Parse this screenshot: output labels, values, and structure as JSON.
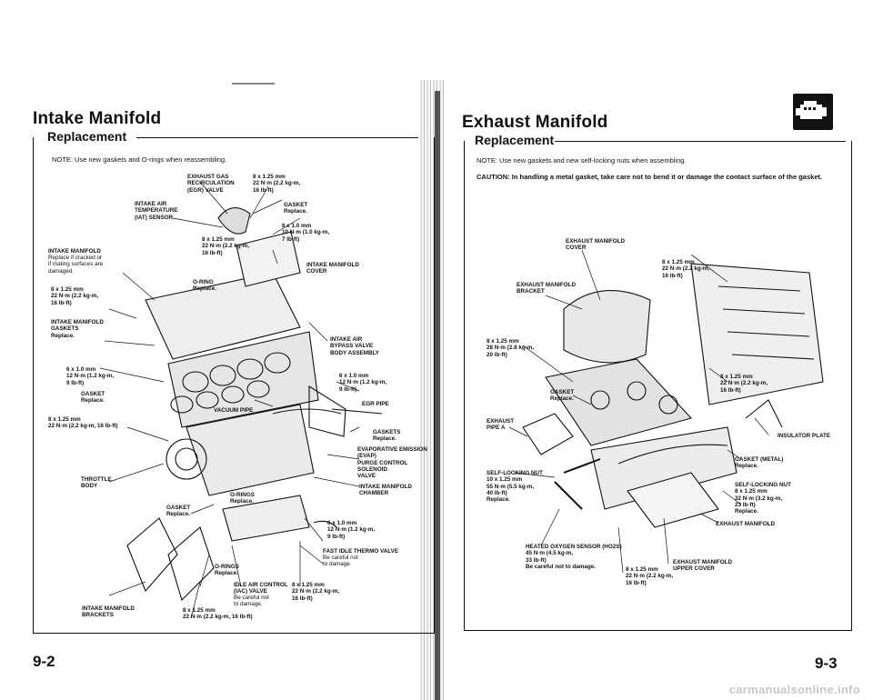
{
  "left_page": {
    "title": "Intake Manifold",
    "section": "Replacement",
    "note": "NOTE:  Use new gaskets and O-rings when reassembling.",
    "page_number": "9-2",
    "labels": {
      "egr_valve": "EXHAUST GAS\nRECIRCULATION\n(EGR) VALVE",
      "egr_torque": "8 x 1.25 mm\n22 N·m (2.2 kg-m,\n16 lb-ft)",
      "iat_sensor": "INTAKE AIR\nTEMPERATURE\n(IAT) SENSOR",
      "gasket_top": "GASKET\nReplace.",
      "cover_torque": "6 x 1.0 mm\n10 N·m (1.0 kg-m,\n7 lb-ft)",
      "iat_torque": "8 x 1.25 mm\n22 N·m (2.2 kg-m,\n16 lb-ft)",
      "manifold_title": "INTAKE MANIFOLD",
      "manifold_note": "Replace if cracked or\nif mating surfaces are\ndamaged.",
      "manifold_cover": "INTAKE MANIFOLD\nCOVER",
      "oring_top": "O-RING\nReplace.",
      "left_torque": "8 x 1.25 mm\n22 N·m (2.2 kg-m,\n16 lb-ft)",
      "manifold_gaskets": "INTAKE MANIFOLD\nGASKETS\nReplace.",
      "iab_valve": "INTAKE AIR\nBYPASS VALVE\nBODY ASSEMBLY",
      "small_torque_left": "6 x 1.0 mm\n12 N·m (1.2 kg-m,\n9 lb-ft)",
      "small_torque_right": "6 x 1.0 mm\n12 N·m (1.2 kg-m,\n9 lb-ft)",
      "gasket_mid": "GASKET\nReplace.",
      "egr_pipe": "EGR PIPE",
      "vacuum_pipe": "VACUUM PIPE",
      "lower_torque": "8 x 1.25 mm\n22 N·m (2.2 kg-m, 16 lb-ft)",
      "gaskets_right": "GASKETS\nReplace.",
      "evap_valve": "EVAPORATIVE EMISSION\n(EVAP)\nPURGE CONTROL\nSOLENOID\nVALVE",
      "throttle_body": "THROTTLE\nBODY",
      "chamber": "INTAKE MANIFOLD\nCHAMBER",
      "orings_mid": "O-RINGS\nReplace.",
      "gasket_low": "GASKET\nReplace.",
      "chamber_torque": "6 x 1.0 mm\n12 N·m (1.2 kg-m,\n9 lb-ft)",
      "fast_idle": "FAST IDLE THERMO VALVE",
      "fast_idle_note": "Be careful not\nto damage.",
      "orings_low": "O-RINGS\nReplace.",
      "iac_valve": "IDLE AIR CONTROL\n(IAC) VALVE",
      "iac_note": "Be careful not\nto damage.",
      "iac_torque": "8 x 1.25 mm\n22 N·m (2.2 kg-m,\n16 lb-ft)",
      "brackets": "INTAKE MANIFOLD\nBRACKETS",
      "bottom_torque": "8 x 1.25 mm\n22 N·m (2.2 kg-m, 16 lb-ft)"
    }
  },
  "right_page": {
    "title": "Exhaust Manifold",
    "section": "Replacement",
    "note": "NOTE:  Use new gaskets and new self-locking nuts when assembling.",
    "caution": "CAUTION:  In handling a metal gasket, take care not to bend it or damage the contact surface of the gasket.",
    "page_number": "9-3",
    "labels": {
      "cover": "EXHAUST MANIFOLD\nCOVER",
      "cover_torque": "8 x 1.25 mm\n22 N·m (2.2 kg-m,\n16 lb-ft)",
      "bracket": "EXHAUST MANIFOLD\nBRACKET",
      "bracket_torque": "8 x 1.25 mm\n28 N·m (2.8 kg-m,\n20 lb-ft)",
      "gasket": "GASKET\nReplace.",
      "right_torque": "8 x 1.25 mm\n22 N·m (2.2 kg-m,\n16 lb-ft)",
      "pipe": "EXHAUST\nPIPE A",
      "insulator": "INSULATOR PLATE",
      "self_nut_left": "SELF-LOCKING NUT\n10 x 1.25 mm\n55 N·m (5.5 kg-m,\n40 lb-ft)\nReplace.",
      "gasket_metal": "GASKET (METAL)\nReplace.",
      "self_nut_right": "SELF-LOCKING NUT\n8 x 1.25 mm\n32 N·m (3.2 kg-m,\n23 lb-ft)\nReplace.",
      "manifold": "EXHAUST MANIFOLD",
      "sensor": "HEATED OXYGEN SENSOR (HO2S)\n45 N·m (4.5 kg-m,\n33 lb-ft)\nBe careful not to damage.",
      "upper_torque": "8 x 1.25 mm\n22 N·m (2.2 kg-m,\n16 lb-ft)",
      "upper_cover": "EXHAUST MANIFOLD\nUPPER COVER"
    }
  },
  "watermark": "carmanualsonline.info"
}
